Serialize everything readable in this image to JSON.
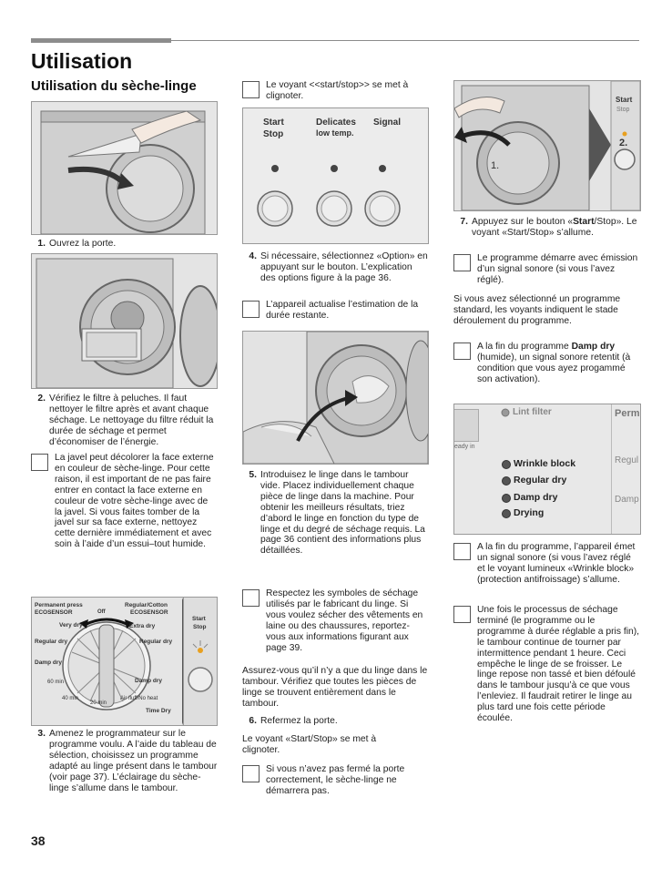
{
  "header": {
    "title": "Utilisation",
    "subtitle": "Utilisation du sèche-linge"
  },
  "steps": {
    "s1": {
      "num": "1.",
      "text": "Ouvrez la porte."
    },
    "s2": {
      "num": "2.",
      "text": "Vérifiez le filtre à peluches. Il faut nettoyer le filtre après et avant chaque séchage. Le nettoyage du filtre réduit la durée de séchage et permet d’économiser de l’énergie."
    },
    "s3": {
      "num": "3.",
      "text": "Amenez le programmateur sur le programme voulu. A l’aide du tableau de sélection, choisissez un programme adapté au linge présent dans le tambour (voir page 37). L’éclairage du sèche-linge s’allume dans le tambour."
    },
    "s4": {
      "num": "4.",
      "text": "Si nécessaire, sélectionnez «Option» en appuyant sur le bouton. L’explication des options figure à la page 36."
    },
    "s5": {
      "num": "5.",
      "text": "Introduisez le linge dans le tambour vide. Placez individuellement chaque pièce de linge dans la machine. Pour obtenir les meilleurs résultats, triez d’abord le linge en fonction du type de linge et du degré de séchage requis. La page 36 contient des informations plus détaillées."
    },
    "s6": {
      "num": "6.",
      "text": "Refermez la porte."
    },
    "s7": {
      "num": "7.",
      "text_a": "Appuyez sur le bouton «",
      "text_bold": "Start",
      "text_b": "/Stop». Le voyant «Start/Stop» s’allume."
    }
  },
  "notes": {
    "javel": "La javel peut décolorer la face externe en couleur de sèche-linge. Pour cette raison, il est important de ne pas faire entrer en contact la face externe en couleur de votre sèche-linge avec de la javel.  Si vous faites tomber de la javel sur sa face externe, nettoyez cette dernière immédiatement et avec soin à l’aide d’un essui–tout humide.",
    "voyant_clignote": "Le voyant <<start/stop>> se met à clignoter.",
    "actualise": "L’appareil actualise l’estimation de la durée restante.",
    "symboles": "Respectez les symboles de séchage utilisés par le fabricant du linge. Si vous voulez sécher des vêtements en laine ou des chaussures, reportez-vous aux informations figurant aux page 39.",
    "porte": "Si vous n’avez pas fermé la porte correctement, le sèche-linge ne démarrera pas.",
    "demarre": "Le programme démarre avec émission d’un signal sonore (si vous l’avez réglé).",
    "dampdry_a": "A la fin du programme ",
    "dampdry_bold": "Damp dry",
    "dampdry_b": " (humide), un signal sonore retentit (à condition que vous ayez progammé son activation).",
    "fin": "A la fin du programme, l’appareil émet un signal sonore (si vous l’avez réglé et le voyant lumineux «Wrinkle block» (protection antifroissage) s’allume.",
    "processus": "Une fois le processus de séchage terminé (le programme ou le programme à durée réglable a pris fin), le tambour continue de tourner par intermittence pendant 1 heure. Ceci empêche le linge de se froisser. Le linge repose non tassé et bien défoulé dans le tambour jusqu’à ce que vous l’enleviez. Il faudrait retirer le linge au plus tard une fois cette période écoulée."
  },
  "paras": {
    "assurez": "Assurez-vous qu’il n’y a que du linge dans le tambour. Vérifiez que toutes les pièces de linge se trouvent entièrement dans le tambour.",
    "voyant_start": "Le voyant «Start/Stop» se met à clignoter.",
    "standard": "Si vous avez sélectionné un programme standard, les voyants indiquent le stade déroulement du programme."
  },
  "panel": {
    "start": "Start",
    "stop": "Stop",
    "delicates": "Delicates",
    "lowtemp": "low temp.",
    "signal": "Signal"
  },
  "dial": {
    "perm_press": "Permanent press",
    "ecosensor1": "ECOSENSOR",
    "reg_cotton": "Regular/Cotton",
    "ecosensor2": "ECOSENSOR",
    "off": "Off",
    "very_dry": "Very dry",
    "extra_dry": "Extra dry",
    "regular_dry_l": "Regular dry",
    "regular_dry_r": "Regular dry",
    "damp_dry_l": "Damp dry",
    "damp_dry_r": "Damp dry",
    "m60": "60 min",
    "m40": "40 min",
    "m20": "20 min",
    "air_fluff": "Air fluff/No heat",
    "time_dry": "Time Dry",
    "start": "Start",
    "stop": "Stop"
  },
  "fig7": {
    "start": "Start",
    "stop": "Stop",
    "num2": "2.",
    "num1": "1."
  },
  "status": {
    "lint": "Lint filter",
    "perm": "Perm",
    "ready": "eady in",
    "wrinkle": "Wrinkle block",
    "regular": "Regular dry",
    "damp": "Damp dry",
    "drying": "Drying",
    "regul": "Regul",
    "damp_r": "Damp"
  },
  "footer": {
    "page": "38"
  }
}
